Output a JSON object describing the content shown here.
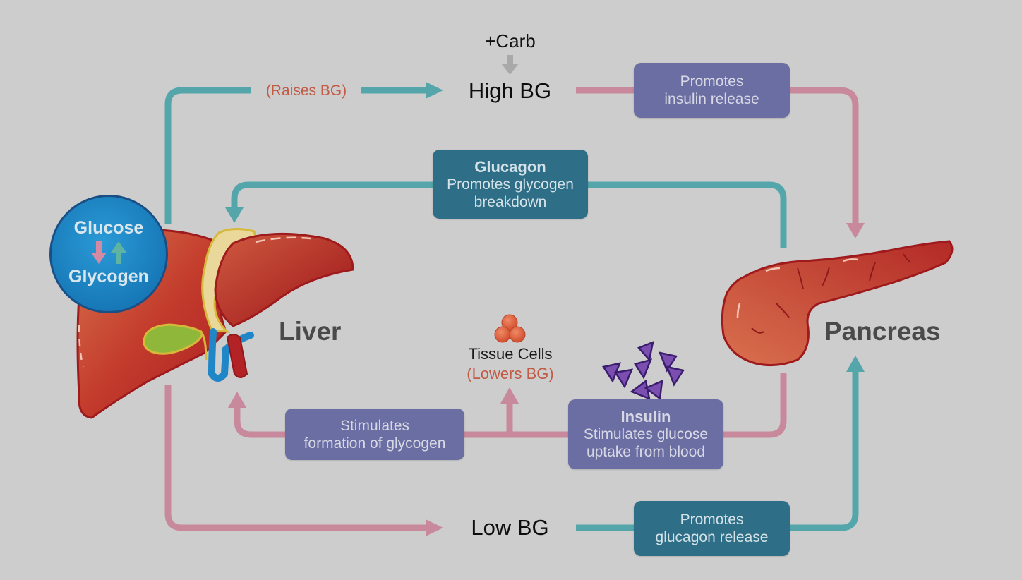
{
  "diagram": {
    "title": "Blood glucose regulation by liver and pancreas",
    "nodes": {
      "carb": "+Carb",
      "high_bg": "High BG",
      "low_bg": "Low BG",
      "raises_bg": "(Raises BG)",
      "liver": "Liver",
      "pancreas": "Pancreas",
      "tissue_cells": "Tissue Cells",
      "lowers_bg": "(Lowers BG)"
    },
    "glucose_circle": {
      "top": "Glucose",
      "bottom": "Glycogen",
      "down_arrow_color": "#d58aa3",
      "up_arrow_color": "#5fb3a3"
    },
    "boxes": {
      "insulin_release": {
        "line1": "Promotes",
        "line2": "insulin release"
      },
      "glucagon": {
        "title": "Glucagon",
        "line1": "Promotes glycogen",
        "line2": "breakdown"
      },
      "glycogen_formation": {
        "line1": "Stimulates",
        "line2": "formation of glycogen"
      },
      "insulin": {
        "title": "Insulin",
        "line1": "Stimulates glucose",
        "line2": "uptake from blood"
      },
      "glucagon_release": {
        "line1": "Promotes",
        "line2": "glucagon release"
      }
    },
    "colors": {
      "background": "#cdcdcd",
      "teal_arrow": "#54a6ab",
      "pink_arrow": "#c9899c",
      "purple_box": "#6a6ea3",
      "teal_box": "#2e6f87",
      "raises_text": "#c25a45",
      "organ_red": "#b8302a",
      "pancreas_orange": "#cf5a3c"
    }
  }
}
